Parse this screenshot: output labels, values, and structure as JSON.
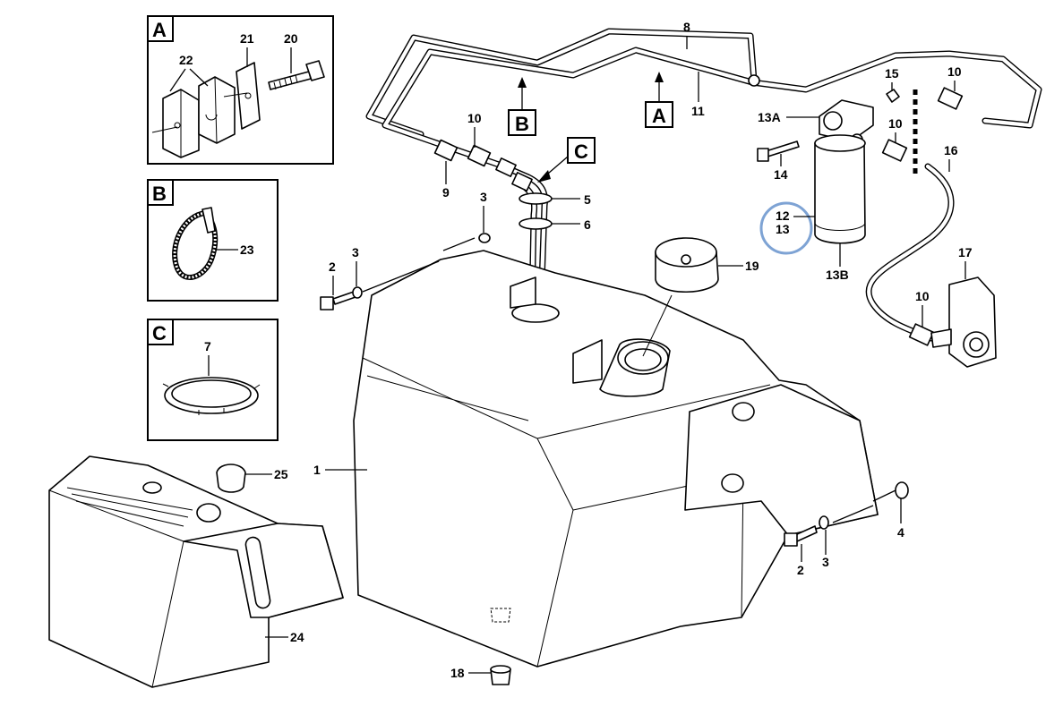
{
  "detail_boxes": [
    {
      "letter": "A",
      "labels": [
        "22",
        "21",
        "20"
      ]
    },
    {
      "letter": "B",
      "labels": [
        "23"
      ]
    },
    {
      "letter": "C",
      "labels": [
        "7"
      ]
    }
  ],
  "callout_boxes": [
    "B",
    "A",
    "C"
  ],
  "part_labels": {
    "p1": "1",
    "p2a": "2",
    "p3a": "3",
    "p3b": "3",
    "p4": "4",
    "p2b": "2",
    "p3c": "3",
    "p5": "5",
    "p6": "6",
    "p8": "8",
    "p9": "9",
    "p10a": "10",
    "p10b": "10",
    "p10c": "10",
    "p10d": "10",
    "p11": "11",
    "p12": "12",
    "p13": "13",
    "p13A": "13A",
    "p13B": "13B",
    "p14": "14",
    "p15": "15",
    "p16": "16",
    "p17": "17",
    "p18": "18",
    "p19": "19",
    "p24": "24",
    "p25": "25"
  },
  "highlight": {
    "labels": [
      "12",
      "13"
    ],
    "color": "#7ea3d4"
  }
}
